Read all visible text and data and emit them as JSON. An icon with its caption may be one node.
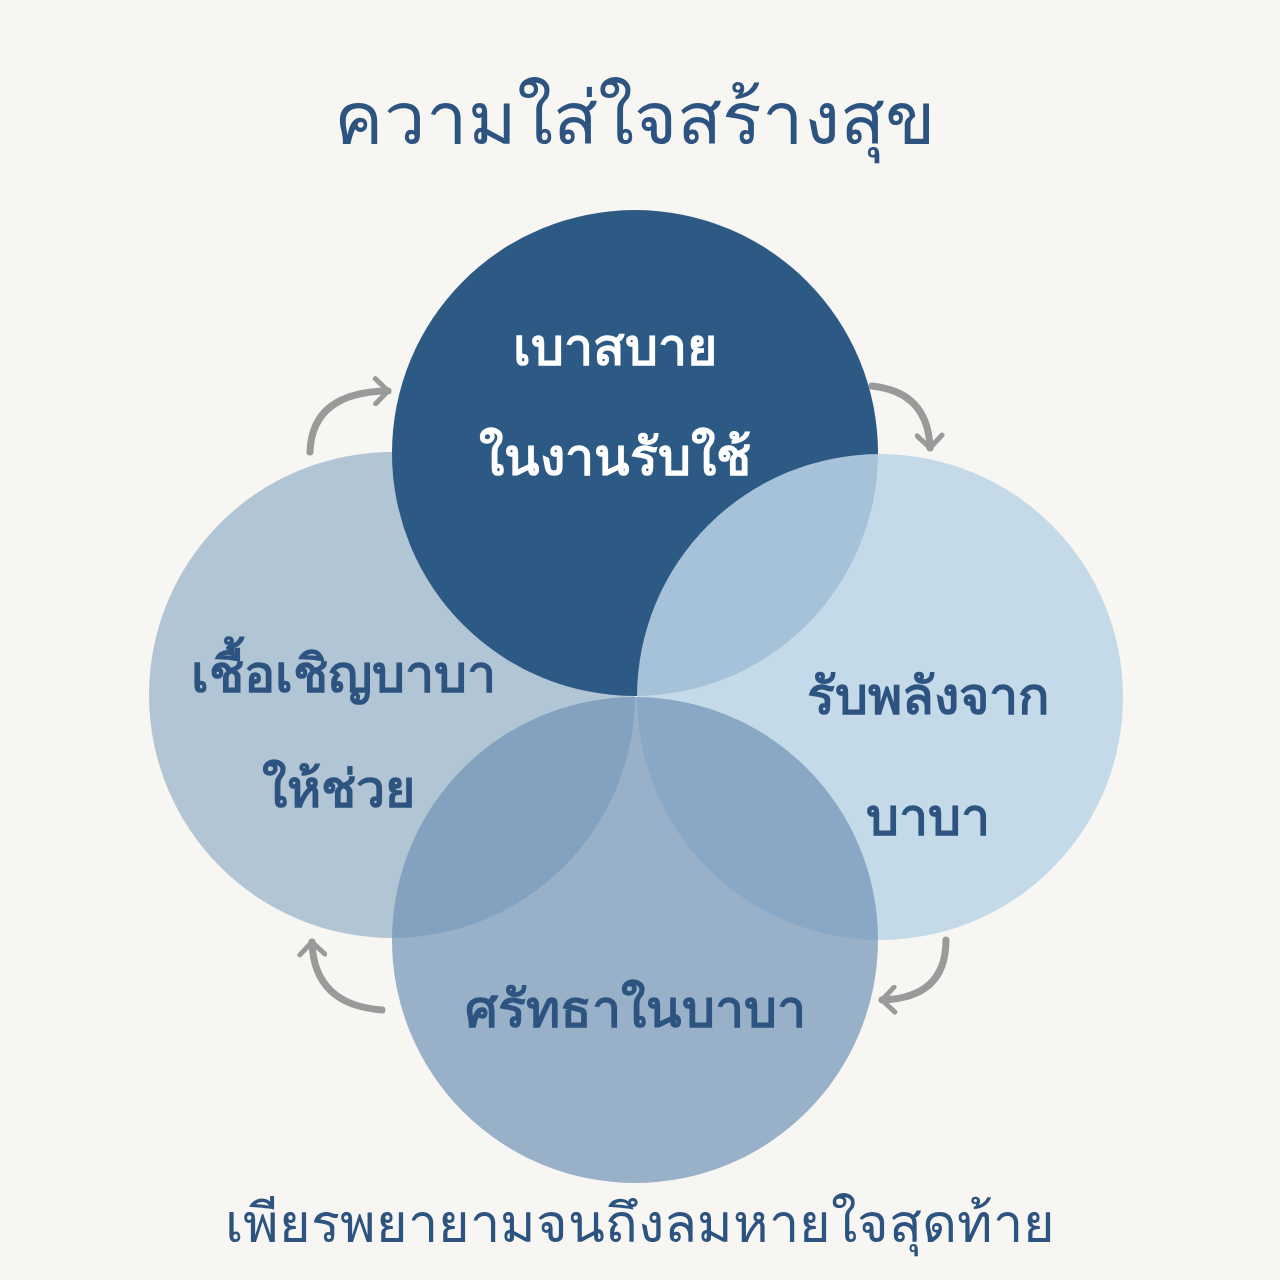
{
  "diagram": {
    "title": "ความใส่ใจสร้างสุข",
    "nodes": [
      {
        "text": [
          "เบาสบาย",
          "ในงานรับใช้"
        ]
      },
      {
        "text": [
          "เชื้อเชิญบาบา",
          "ให้ช่วย"
        ]
      },
      {
        "text": [
          "รับพลังจาก",
          "บาบา"
        ]
      },
      {
        "text": [
          "ศรัทธาในบาบา"
        ]
      }
    ],
    "edges": [
      {
        "from": 0,
        "to": 2,
        "arrow": "to"
      },
      {
        "from": 2,
        "to": 3,
        "arrow": "to"
      },
      {
        "from": 3,
        "to": 1,
        "arrow": "to"
      },
      {
        "from": 1,
        "to": 0,
        "arrow": "to"
      }
    ],
    "caption": "เพียรพยายามจนถึงลมหายใจสุดท้าย"
  }
}
